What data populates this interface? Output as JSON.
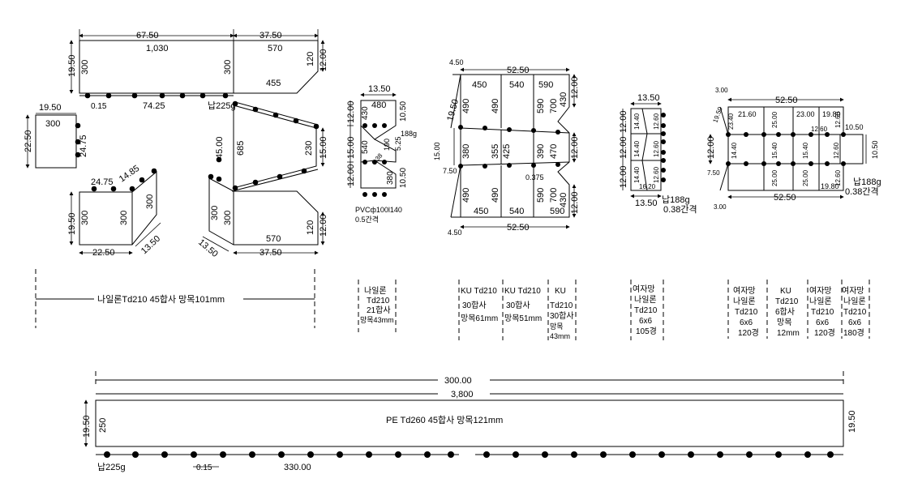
{
  "net1": {
    "top_left": "67.50",
    "top_right": "37.50",
    "height_left": "19.50",
    "height_right": "12.00",
    "v1": "300",
    "v2": "300",
    "v3": "120",
    "top_mesh": "1,030",
    "top_mesh2": "570",
    "bottom_mesh": "455",
    "weight": "납225g",
    "spacing": "0.15",
    "rope": "74.25"
  },
  "net2": {
    "width": "19.50",
    "height": "22.50",
    "mesh": "300",
    "side": "24.75"
  },
  "net3": {
    "height": "45.00",
    "mesh": "685",
    "right_h": "15.00",
    "right_mesh": "230"
  },
  "net4": {
    "top": "24.75",
    "diag": "14.85",
    "h": "19.50",
    "m1": "300",
    "m2": "300",
    "m3": "300",
    "bottom": "22.50",
    "side": "13.50"
  },
  "net5": {
    "m1": "300",
    "m2": "300",
    "m3": "570",
    "m4": "120",
    "h": "12.00",
    "bottom": "37.50",
    "side": "13.50"
  },
  "label_a": "나일론Td210 45합사 망목101mm",
  "net6": {
    "top": "13.50",
    "m_top": "480",
    "h1": "12.00",
    "h2": "15.00",
    "h3": "12.00",
    "r1": "10.50",
    "r2": "5.25",
    "r3": "10.50",
    "c1": "430",
    "c2": "540",
    "c3": "190",
    "c4": "380",
    "w": "188g",
    "sp": "0.38",
    "pvc": "PVCф100l140",
    "pvc_sp": "0.5간격"
  },
  "label_b": [
    "나일론",
    "Td210",
    "21합사",
    "망목43mm"
  ],
  "net7": {
    "a": "4.50",
    "top": "52.50",
    "h1": "19.50",
    "m1": "450",
    "m2": "540",
    "m3": "590",
    "m4": "490",
    "m5": "490",
    "m6": "590",
    "m7": "700",
    "m8": "430",
    "r1": "12.00",
    "l1": "15.00",
    "c1": "380",
    "c2": "355",
    "c3": "425",
    "c4": "390",
    "c5": "470",
    "r2": "12.00",
    "b1": "7.50",
    "b2": "0.375",
    "n1": "490",
    "n2": "490",
    "n3": "590",
    "n4": "700",
    "n5": "430",
    "p1": "450",
    "p2": "540",
    "p3": "590",
    "r3": "12.00",
    "bot": "52.50",
    "bot_a": "4.50"
  },
  "label_c": [
    [
      "KU Td210",
      "30합사",
      "망목61mm"
    ],
    [
      "KU Td210",
      "30합사",
      "망목51mm"
    ],
    [
      "KU",
      "Td210",
      "30합사",
      "망목",
      "43mm"
    ]
  ],
  "net8": {
    "top": "13.50",
    "h1": "12.00",
    "h2": "12.00",
    "h3": "12.00",
    "a1": "14.40",
    "a2": "14.40",
    "a3": "14.40",
    "b1": "12.60",
    "b2": "12.60",
    "b3": "12.60",
    "c": "16.20",
    "bot": "13.50",
    "w": "납188g",
    "sp": "0.38간격"
  },
  "label_d": [
    "여자망",
    "나일론",
    "Td210",
    "6x6",
    "105경"
  ],
  "net9": {
    "a": "3.00",
    "top": "52.50",
    "s1": "19.50",
    "s2": "23.40",
    "m1": "21.60",
    "m2": "25.00",
    "m3": "23.00",
    "m4": "19.80",
    "m5": "12.60",
    "m6": "10.50",
    "m7": "12.60",
    "h": "12.00",
    "c1": "14.40",
    "c2": "15.40",
    "c3": "15.40",
    "c4": "12.60",
    "r": "10.50",
    "b1": "7.50",
    "n1": "25.00",
    "n2": "25.00",
    "n3": "19.80",
    "n4": "12.60",
    "bot": "52.50",
    "bot_a": "3.00",
    "w": "납188g",
    "sp": "0.38간격"
  },
  "label_e": [
    [
      "여자망",
      "나일론",
      "Td210",
      "6x6",
      "120경"
    ],
    [
      "KU",
      "Td210",
      "6합사",
      "망목",
      "12mm"
    ],
    [
      "여자망",
      "나일론",
      "Td210",
      "6x6",
      "120경"
    ],
    [
      "여자망",
      "나일론",
      "Td210",
      "6x6",
      "180경"
    ]
  ],
  "pe": {
    "len1": "300.00",
    "len2": "3,800",
    "h": "19.50",
    "mesh": "250",
    "label": "PE Td260 45합사 망목121mm",
    "h_right": "19.50",
    "weight": "납225g",
    "sp": "0.15",
    "rope": "330.00"
  }
}
